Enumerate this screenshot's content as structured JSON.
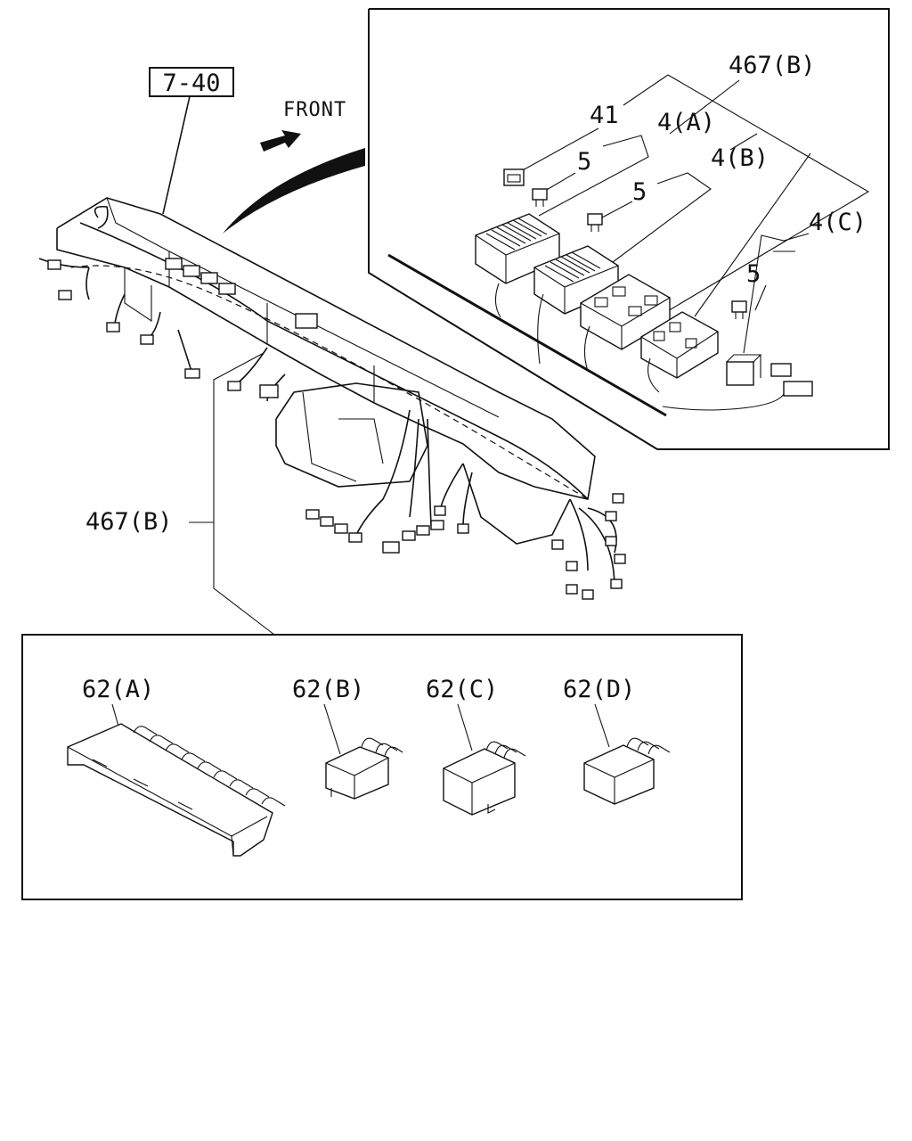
{
  "reference_label": "7-40",
  "front_label": "FRONT",
  "callouts": {
    "harness_top": "467(B)",
    "harness_side": "467(B)",
    "relay_41": "41",
    "box_4a": "4(A)",
    "box_4b": "4(B)",
    "box_4c": "4(C)",
    "fuse_5a": "5",
    "fuse_5b": "5",
    "fuse_5c": "5"
  },
  "fuse_holders": {
    "a": "62(A)",
    "b": "62(B)",
    "c": "62(C)",
    "d": "62(D)"
  },
  "colors": {
    "line": "#111111",
    "background": "#ffffff"
  }
}
